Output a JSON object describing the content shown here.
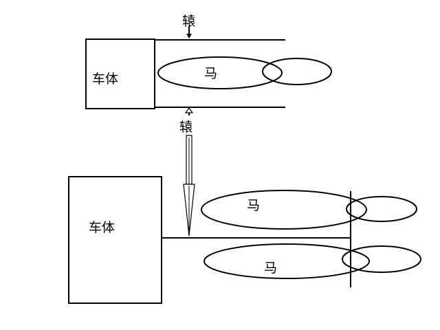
{
  "top_diagram": {
    "body_label": "车体",
    "horse_label": "马",
    "shaft_label_top": "辕",
    "shaft_label_bottom": "辕"
  },
  "bottom_diagram": {
    "body_label": "车体",
    "horse_label_upper": "马",
    "horse_label_lower": "马"
  },
  "colors": {
    "stroke": "#000000",
    "background": "#ffffff"
  }
}
